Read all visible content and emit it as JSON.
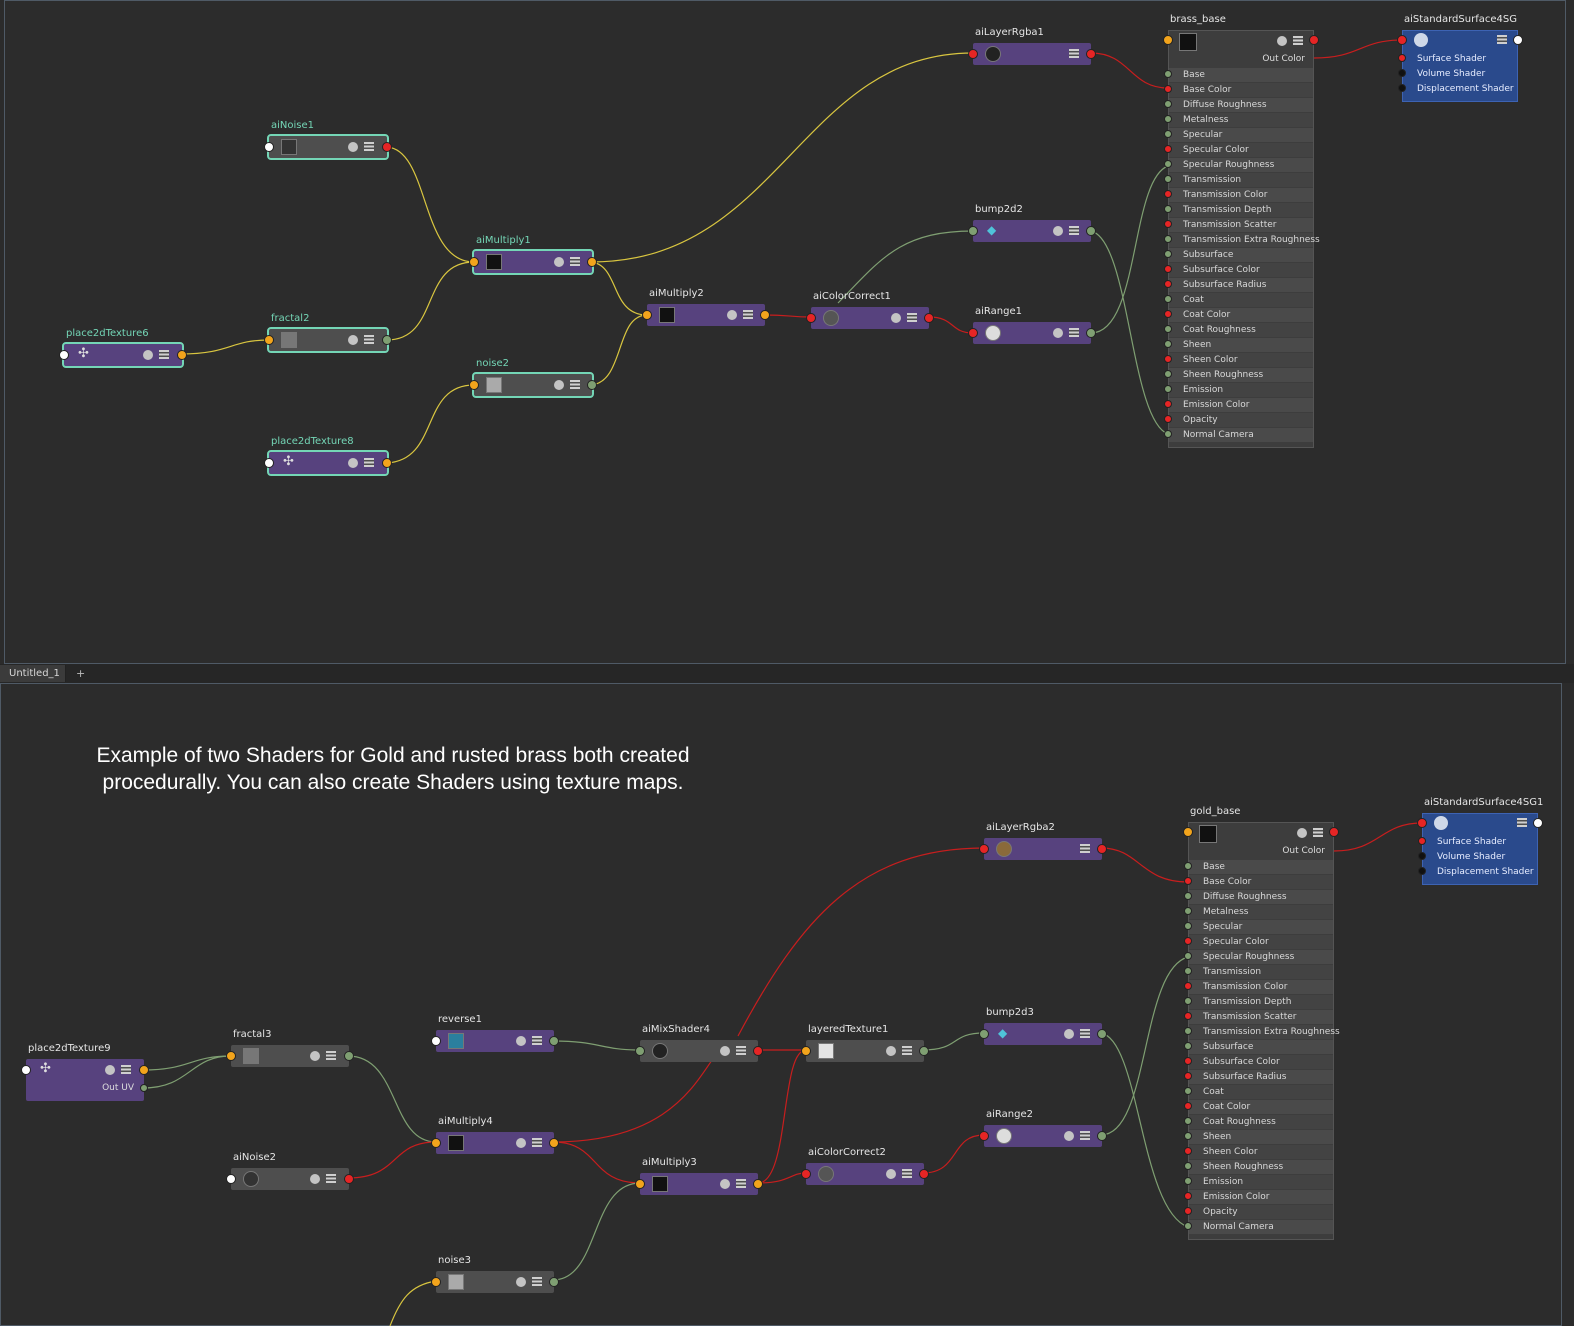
{
  "tabs": [
    {
      "label": "Untitled_1"
    }
  ],
  "caption": "Example of two Shaders for Gold and rusted brass both created procedurally. You can also create Shaders using texture maps.",
  "top_graph": {
    "nodes": {
      "aiNoise1": "aiNoise1",
      "aiMultiply1": "aiMultiply1",
      "fractal2": "fractal2",
      "place2dTexture6": "place2dTexture6",
      "noise2": "noise2",
      "place2dTexture8": "place2dTexture8",
      "aiMultiply2": "aiMultiply2",
      "aiColorCorrect1": "aiColorCorrect1",
      "aiLayerRgba1": "aiLayerRgba1",
      "bump2d2": "bump2d2",
      "aiRange1": "aiRange1",
      "brass_base": "brass_base",
      "aiStandardSurface4SG": "aiStandardSurface4SG"
    },
    "out_color_label": "Out Color",
    "shading_group_rows": [
      "Surface Shader",
      "Volume Shader",
      "Displacement Shader"
    ]
  },
  "bottom_graph": {
    "nodes": {
      "place2dTexture9": "place2dTexture9",
      "fractal3": "fractal3",
      "aiNoise2": "aiNoise2",
      "reverse1": "reverse1",
      "aiMultiply4": "aiMultiply4",
      "noise3": "noise3",
      "aiMixShader4": "aiMixShader4",
      "aiMultiply3": "aiMultiply3",
      "layeredTexture1": "layeredTexture1",
      "aiColorCorrect2": "aiColorCorrect2",
      "aiLayerRgba2": "aiLayerRgba2",
      "bump2d3": "bump2d3",
      "aiRange2": "aiRange2",
      "gold_base": "gold_base",
      "aiStandardSurface4SG1": "aiStandardSurface4SG1"
    },
    "out_uv_label": "Out UV",
    "out_color_label": "Out Color",
    "shading_group_rows": [
      "Surface Shader",
      "Volume Shader",
      "Displacement Shader"
    ]
  },
  "shader_attributes": [
    "Base",
    "Base Color",
    "Diffuse Roughness",
    "Metalness",
    "Specular",
    "Specular Color",
    "Specular Roughness",
    "Transmission",
    "Transmission Color",
    "Transmission Depth",
    "Transmission Scatter",
    "Transmission Extra Roughness",
    "Subsurface",
    "Subsurface Color",
    "Subsurface Radius",
    "Coat",
    "Coat Color",
    "Coat Roughness",
    "Sheen",
    "Sheen Color",
    "Sheen Roughness",
    "Emission",
    "Emission Color",
    "Opacity",
    "Normal Camera"
  ],
  "colors": {
    "wire_yellow": "#d9c640",
    "wire_red": "#c81e1e",
    "wire_green": "#7f9f72",
    "node_purple": "#57427e",
    "node_gray": "#4e4e4e",
    "selection": "#74d6b6",
    "shading_group": "#2a4a8c"
  }
}
